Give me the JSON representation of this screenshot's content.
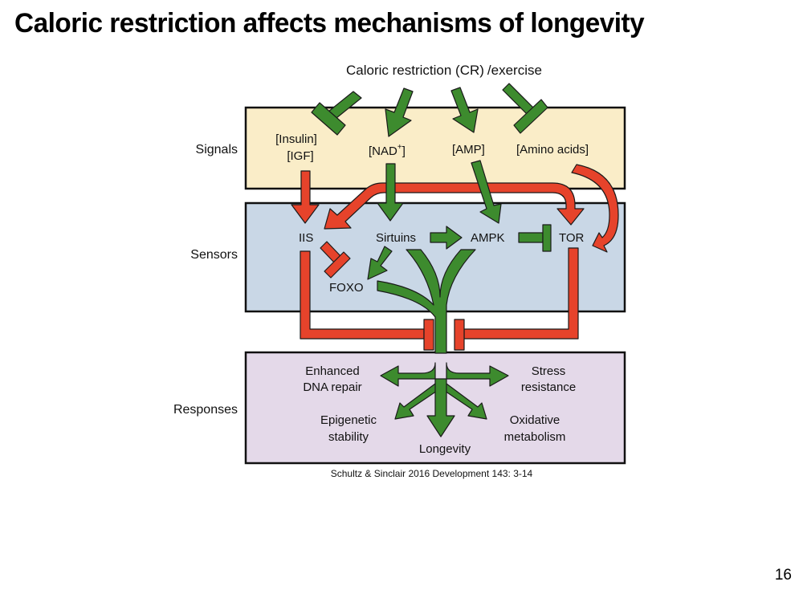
{
  "slide": {
    "title": "Caloric restriction affects mechanisms of longevity",
    "page_number": "16",
    "citation": "Schultz & Sinclair 2016 Development 143: 3-14"
  },
  "diagram": {
    "source_label": "Caloric restriction (CR)",
    "source_suffix": "/exercise",
    "rows": {
      "signals": "Signals",
      "sensors": "Sensors",
      "responses": "Responses"
    },
    "signals": {
      "insulin": "[Insulin]",
      "igf": "[IGF]",
      "nad": "[NAD",
      "nad_sup": "+",
      "nad_close": "]",
      "amp": "[AMP]",
      "amino": "[Amino acids]"
    },
    "sensors": {
      "iis": "IIS",
      "sirtuins": "Sirtuins",
      "ampk": "AMPK",
      "tor": "TOR",
      "foxo": "FOXO"
    },
    "responses": {
      "dna_1": "Enhanced",
      "dna_2": "DNA repair",
      "stress_1": "Stress",
      "stress_2": "resistance",
      "epi_1": "Epigenetic",
      "epi_2": "stability",
      "oxi_1": "Oxidative",
      "oxi_2": "metabolism",
      "longevity": "Longevity"
    },
    "colors": {
      "activate": "#3d8b2e",
      "inhibit": "#e6432b",
      "signals_bg": "#faedc8",
      "sensors_bg": "#c9d7e6",
      "responses_bg": "#e4d9e9"
    },
    "edges": [
      {
        "from": "CR",
        "to": "[Insulin]/[IGF]",
        "type": "inhibit"
      },
      {
        "from": "CR",
        "to": "[NAD+]",
        "type": "activate"
      },
      {
        "from": "CR",
        "to": "[AMP]",
        "type": "activate"
      },
      {
        "from": "CR",
        "to": "[Amino acids]",
        "type": "inhibit"
      },
      {
        "from": "[Insulin]/[IGF]",
        "to": "IIS",
        "type": "activate-red"
      },
      {
        "from": "[NAD+]",
        "to": "Sirtuins",
        "type": "activate"
      },
      {
        "from": "[AMP]",
        "to": "AMPK",
        "type": "activate"
      },
      {
        "from": "[Amino acids]",
        "to": "TOR",
        "type": "activate-red"
      },
      {
        "from": "TOR",
        "to": "IIS",
        "type": "activate-red"
      },
      {
        "from": "Sirtuins",
        "to": "AMPK",
        "type": "activate"
      },
      {
        "from": "AMPK",
        "to": "TOR",
        "type": "inhibit"
      },
      {
        "from": "IIS",
        "to": "FOXO",
        "type": "inhibit"
      },
      {
        "from": "Sirtuins",
        "to": "FOXO",
        "type": "activate"
      },
      {
        "from": "IIS",
        "to": "Responses",
        "type": "inhibit"
      },
      {
        "from": "TOR",
        "to": "Responses",
        "type": "inhibit"
      },
      {
        "from": "Sirtuins/AMPK/FOXO",
        "to": "Responses",
        "type": "activate"
      }
    ]
  }
}
